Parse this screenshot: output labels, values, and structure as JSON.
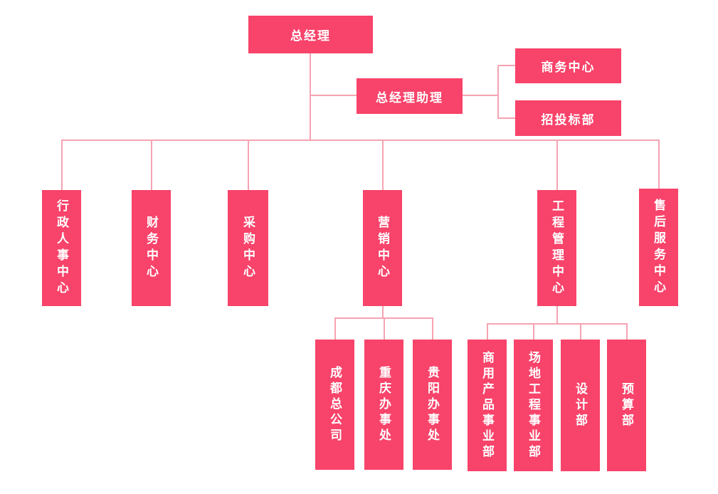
{
  "page": {
    "background": "#ffffff"
  },
  "colors": {
    "box_fill": "#f8436a",
    "line": "#f6a3b2",
    "text": "#ffffff"
  },
  "org_chart": {
    "type": "organization-chart",
    "root": {
      "label": "总经理"
    },
    "assistant": {
      "label": "总经理助理",
      "children": [
        {
          "label": "商务中心"
        },
        {
          "label": "招投标部"
        }
      ]
    },
    "departments": [
      {
        "label": "行政人事中心"
      },
      {
        "label": "财务中心"
      },
      {
        "label": "采购中心"
      },
      {
        "label": "营销中心"
      },
      {
        "label": "工程管理中心"
      },
      {
        "label": "售后服务中心"
      }
    ],
    "marketing_offices": [
      {
        "label": "成都总公司"
      },
      {
        "label": "重庆办事处"
      },
      {
        "label": "贵阳办事处"
      }
    ],
    "engineering_departments": [
      {
        "label": "商用产品事业部"
      },
      {
        "label": "场地工程事业部"
      },
      {
        "label": "设计部"
      },
      {
        "label": "预算部"
      }
    ]
  }
}
